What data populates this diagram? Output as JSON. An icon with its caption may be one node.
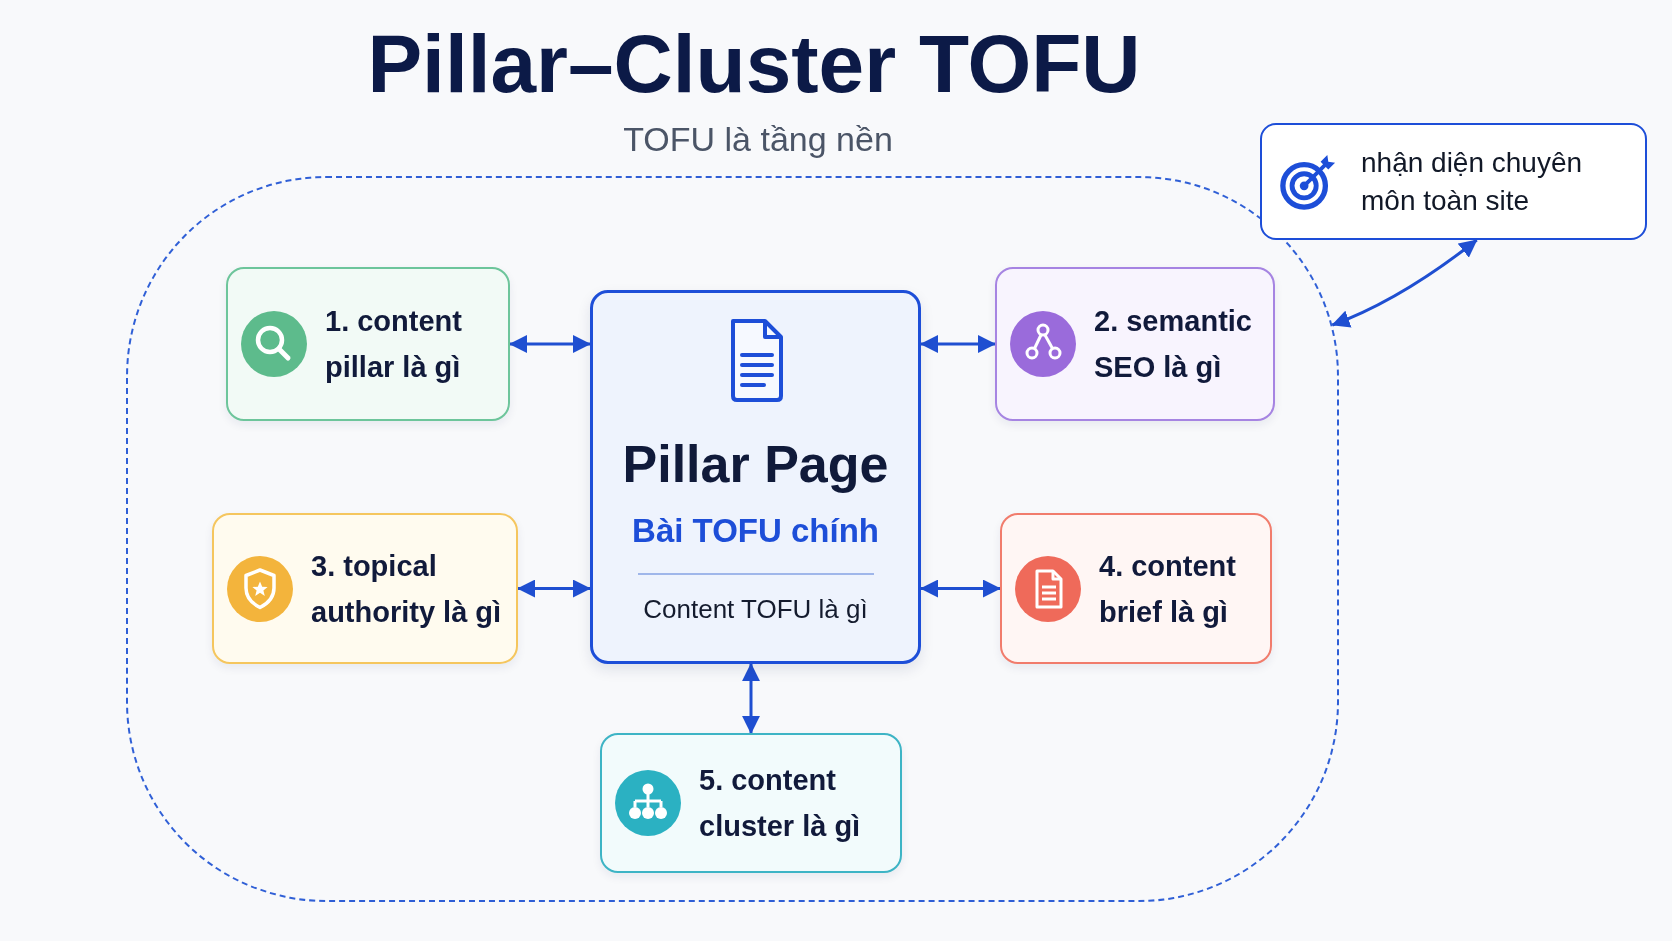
{
  "diagram": {
    "title": "Pillar–Cluster TOFU",
    "nodes": [
      {
        "text": [
          "TOFU là tầng nền"
        ]
      },
      {
        "text": [
          "1. content pillar là gì"
        ],
        "in": 0
      },
      {
        "text": [
          "Pillar Page",
          "Bài TOFU chính",
          "Content TOFU là gì"
        ],
        "in": 0
      },
      {
        "text": [
          "2. semantic SEO là gì"
        ],
        "in": 0
      },
      {
        "text": [
          "3. topical authority là gì"
        ],
        "in": 0
      },
      {
        "text": [
          "4. content brief là gì"
        ],
        "in": 0
      },
      {
        "text": [
          "5. content cluster là gì"
        ],
        "in": 0
      },
      {
        "text": [
          "nhận diện chuyên môn toàn site"
        ]
      }
    ],
    "edges": [
      {
        "from": 1,
        "to": 2,
        "arrow": "both"
      },
      {
        "from": 2,
        "to": 3,
        "arrow": "both"
      },
      {
        "from": 4,
        "to": 2,
        "arrow": "both"
      },
      {
        "from": 2,
        "to": 5,
        "arrow": "both"
      },
      {
        "from": 2,
        "to": 6,
        "arrow": "both"
      },
      {
        "from": 7,
        "to": 0,
        "arrow": "both"
      }
    ]
  }
}
